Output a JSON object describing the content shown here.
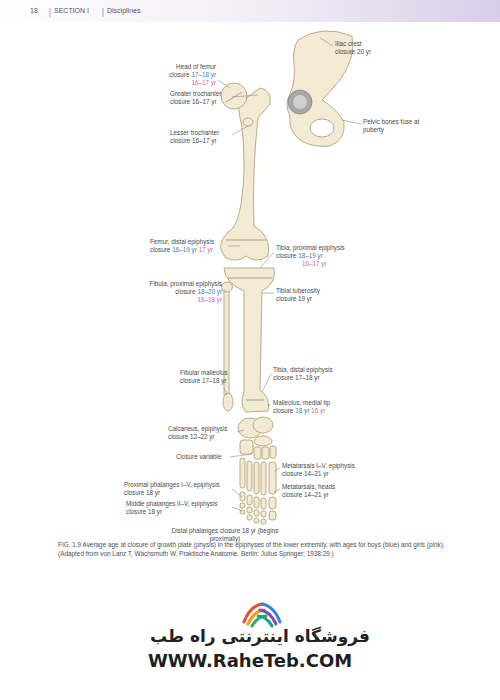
{
  "diagram": {
    "caption": "FIG. 1.9 Average age at closure of growth plate (physis) in the epiphyses of the lower extremity, with ages for boys (blue) and girls (pink). (Adapted from von Lanz T, Wachsmuth W. Praktische Anatomie. Berlin: Julius Springer; 1938:29.)",
    "labels": [
      "18",
      "SECTION I",
      "Disciplines",
      "Head of femur closure",
      "17–18 yr",
      "16–17 yr",
      "Iliac crest closure 20 yr",
      "Greater trochanter closure 16–17 yr",
      "Lesser trochanter closure 16–17 yr",
      "Pelvic bones fuse at puberty",
      "Femur, distal epiphysis closure",
      "16–19 yr",
      "17 yr",
      "Tibia, proximal epiphysis closure",
      "18–19 yr",
      "16–17 yr",
      "Fibula, proximal epiphysis closure",
      "18–20 yr",
      "16–18 yr",
      "Tibial tuberosity closure 19 yr",
      "Fibular malleolus closure 17–18 yr",
      "Tibia, distal epiphysis closure 17–18 yr",
      "Calcaneus, epiphysis closure 12–22 yr",
      "Malleolus, medial tip closure",
      "18 yr",
      "16 yr",
      "Closure variable",
      "Metatarsals I–V, epiphysis closure 14–21 yr",
      "Proximal phalanges I–V, epiphysis closure 18 yr",
      "Metatarsals, heads closure 14–21 yr",
      "Middle phalanges II–V, epiphysis closure 18 yr",
      "Distal phalanges closure 18 yr (begins proximally)",
      "فروشگاه اینترنتی راه طب",
      "WWW.RaheTeb.COM"
    ]
  }
}
